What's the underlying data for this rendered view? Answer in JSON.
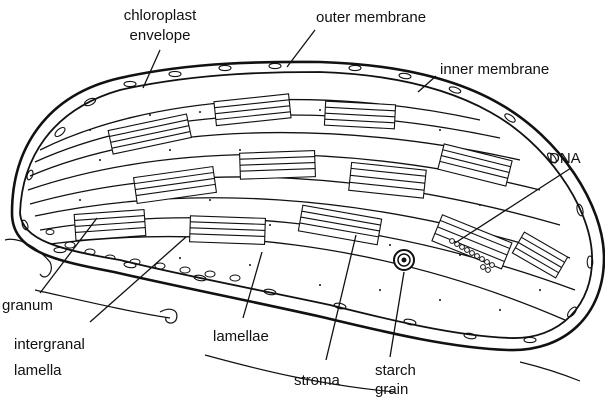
{
  "labels": {
    "chloroplast_envelope_line1": "chloroplast",
    "chloroplast_envelope_line2": "envelope",
    "outer_membrane": "outer membrane",
    "inner_membrane": "inner membrane",
    "dna": "DNA",
    "granum": "granum",
    "intergranal_line1": "intergranal",
    "intergranal_line2": "lamella",
    "lamellae": "lamellae",
    "stroma": "stroma",
    "starch_line1": "starch",
    "starch_line2": "grain"
  },
  "colors": {
    "ink": "#111111",
    "paper": "#ffffff"
  }
}
